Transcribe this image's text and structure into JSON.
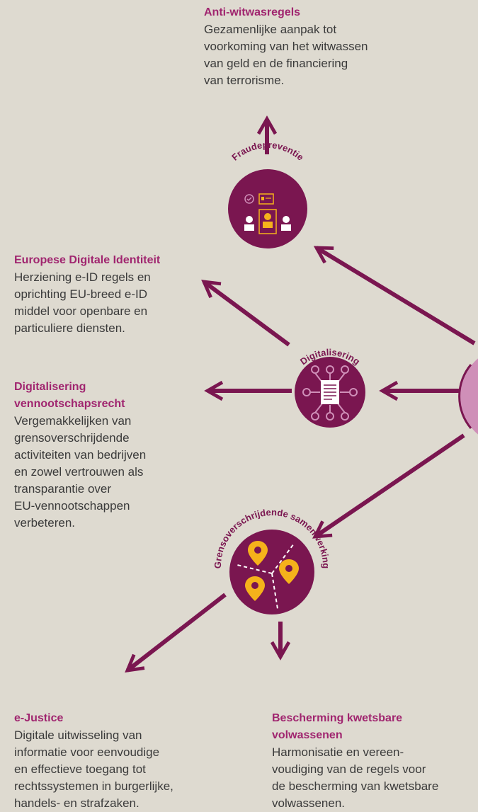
{
  "colors": {
    "background": "#dedad0",
    "circle": "#7a1650",
    "arrow": "#7a1650",
    "title": "#a0256f",
    "text": "#3a3a3a",
    "accent_yellow": "#f5b21b",
    "accent_pink": "#cf8fb8"
  },
  "hubs": {
    "fraude": {
      "label": "Fraudepreventie",
      "icon": "identity-verification-icon"
    },
    "digitalisering": {
      "label": "Digitalisering",
      "icon": "digital-document-circuit-icon"
    },
    "grens": {
      "label": "Grensoverschrijdende samenwerking",
      "icon": "map-location-pins-icon"
    }
  },
  "sections": {
    "anti_witwas": {
      "title": "Anti-witwasregels",
      "body": [
        "Gezamenlijke aanpak tot",
        "voorkoming van het witwassen",
        "van geld en de financiering",
        "van terrorisme."
      ]
    },
    "eid": {
      "title": "Europese Digitale Identiteit",
      "body": [
        "Herziening e-ID regels en",
        "oprichting EU-breed e-ID",
        "middel voor openbare en",
        "particuliere diensten."
      ]
    },
    "vennootschap": {
      "title_lines": [
        "Digitalisering",
        "vennootschapsrecht"
      ],
      "body": [
        "Vergemakkelijken van",
        "grensoverschrijdende",
        "activiteiten van bedrijven",
        "en zowel vertrouwen als",
        "transparantie over",
        "EU-vennootschappen",
        "verbeteren."
      ]
    },
    "ejustice": {
      "title": "e-Justice",
      "body": [
        "Digitale uitwisseling van",
        "informatie voor eenvoudige",
        "en effectieve toegang tot",
        "rechtssystemen in burgerlijke,",
        "handels- en strafzaken."
      ]
    },
    "bescherming": {
      "title_lines": [
        "Bescherming kwetsbare",
        "volwassenen"
      ],
      "body": [
        "Harmonisatie en vereen-",
        "voudiging van de regels voor",
        "de bescherming van kwetsbare",
        "volwassenen."
      ]
    }
  }
}
